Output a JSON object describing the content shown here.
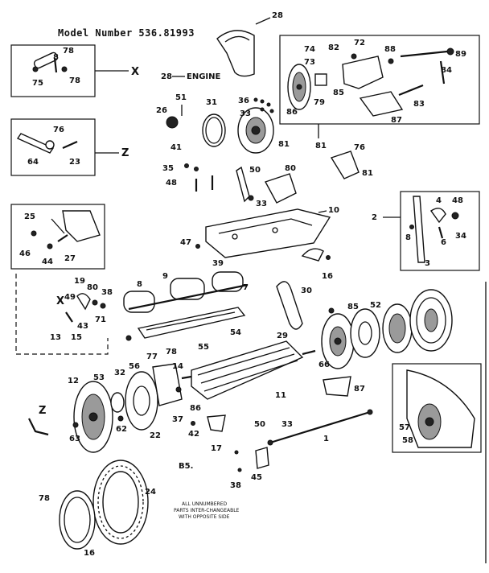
{
  "title": "Model Number 536.81993",
  "engine_label": "ENGINE",
  "page_number": "B5.",
  "note_lines": [
    "ALL UNNUMBERED",
    "PARTS INTER-CHANGEABLE",
    "WITH OPPOSITE SIDE"
  ],
  "callouts": {
    "x": "X",
    "z": "Z",
    "x_small": "X",
    "z_small": "Z"
  },
  "labels": {
    "p28a": "28",
    "p28b": "28",
    "p26": "26",
    "p51": "51",
    "p31": "31",
    "p36": "36",
    "p33a": "33",
    "p81a": "81",
    "p41": "41",
    "p35": "35",
    "p48a": "48",
    "p50a": "50",
    "p80a": "80",
    "p33b": "33",
    "p78a": "78",
    "p8a": "8",
    "p75": "75",
    "p78b": "78",
    "p74": "74",
    "p82": "82",
    "p72": "72",
    "p88": "88",
    "p89": "89",
    "p73": "73",
    "p79": "79",
    "p85a": "85",
    "p86": "86",
    "p84": "84",
    "p83": "83",
    "p87a": "87",
    "p81b": "81",
    "p76a": "76",
    "p81c": "81",
    "p76b": "76",
    "p64": "64",
    "p23": "23",
    "p2": "2",
    "p4": "4",
    "p48b": "48",
    "p8b": "8",
    "p6": "6",
    "p34": "34",
    "p3": "3",
    "p25": "25",
    "p46": "46",
    "p44": "44",
    "p27": "27",
    "p10": "10",
    "p47": "47",
    "p39": "39",
    "p16a": "16",
    "p8c": "8",
    "p9": "9",
    "p7": "7",
    "p30": "30",
    "p19": "19",
    "p80b": "80",
    "p38": "38",
    "p49": "49",
    "p71": "71",
    "p43": "43",
    "p13": "13",
    "p15": "15",
    "p29": "29",
    "p54": "54",
    "p55": "55",
    "p85b": "85",
    "p52": "52",
    "p66": "66",
    "p87b": "87",
    "p12": "12",
    "p53": "53",
    "p32": "32",
    "p56": "56",
    "p77": "77",
    "p78c": "78",
    "p14": "14",
    "p11": "11",
    "p63": "63",
    "p62": "62",
    "p22": "22",
    "p86b": "86",
    "p37": "37",
    "p42": "42",
    "p17": "17",
    "p50b": "50",
    "p33c": "33",
    "p1": "1",
    "p57": "57",
    "p58": "58",
    "p38b": "38",
    "p45": "45",
    "p78d": "78",
    "p24": "24",
    "p16b": "16"
  }
}
